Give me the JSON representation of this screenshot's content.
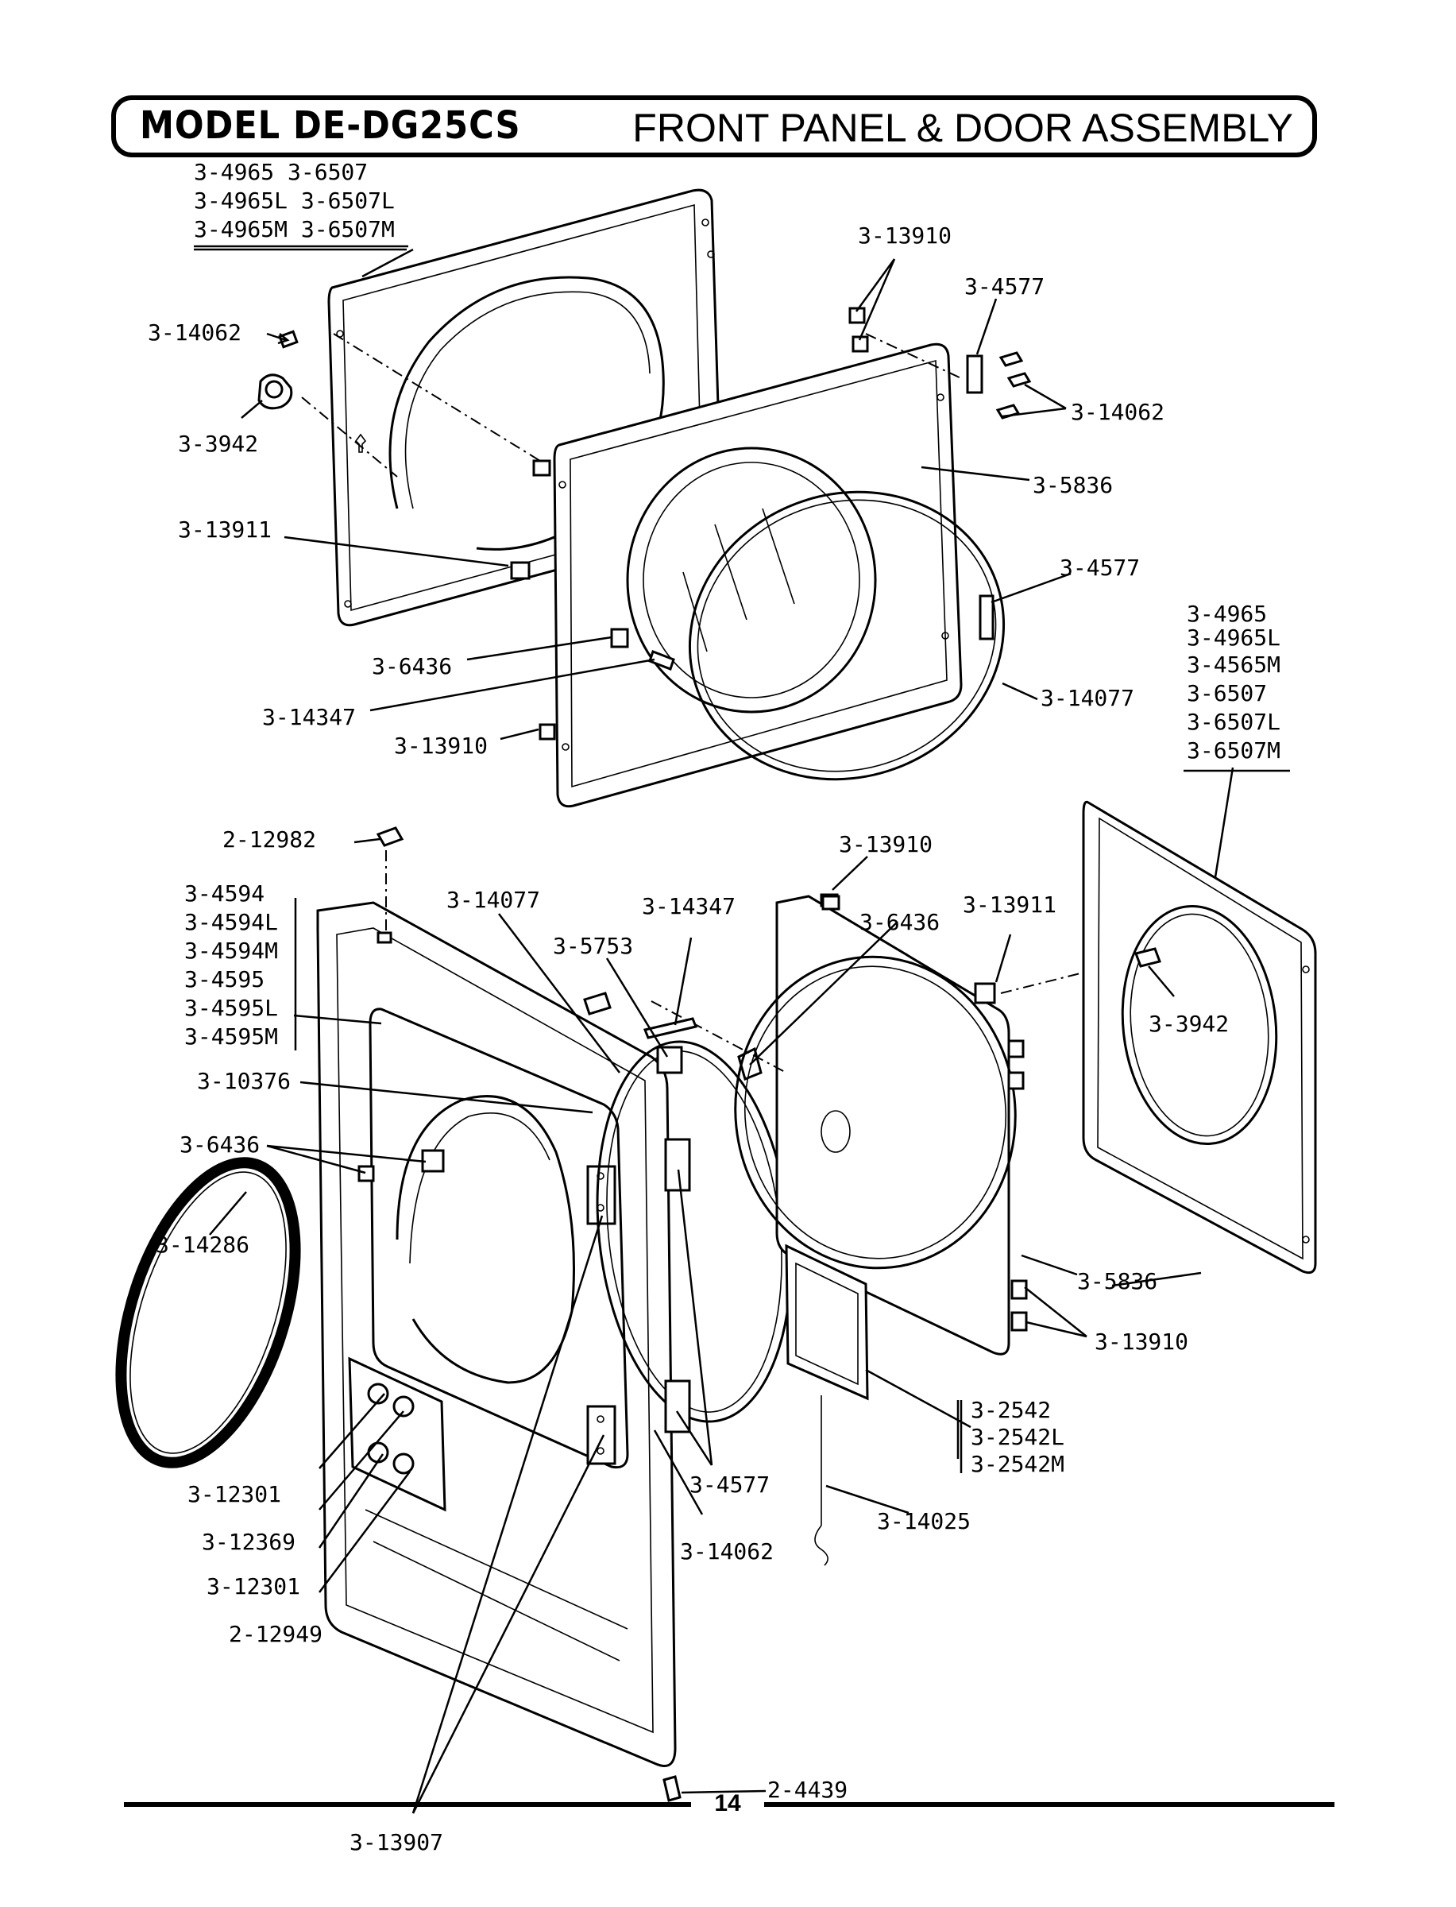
{
  "header": {
    "model": "MODEL DE-DG25CS",
    "section": "FRONT PANEL & DOOR ASSEMBLY"
  },
  "labels": {
    "top_panel_parts": [
      "3-4965  3-6507",
      "3-4965L 3-6507L",
      "3-4965M 3-6507M"
    ],
    "p_14062_a": "3-14062",
    "p_3942_a": "3-3942",
    "p_13911_a": "3-13911",
    "p_6436_a": "3-6436",
    "p_14347_a": "3-14347",
    "p_13910_a": "3-13910",
    "p_13910_b": "3-13910",
    "p_4577_a": "3-4577",
    "p_14062_b": "3-14062",
    "p_5836_a": "3-5836",
    "p_4577_b": "3-4577",
    "p_14077_a": "3-14077",
    "right_panel_parts": [
      "3-4965",
      "3-4965L",
      "3-4565M",
      "3-6507",
      "3-6507L",
      "3-6507M"
    ],
    "p_12982": "2-12982",
    "door_frame_parts": [
      "3-4594",
      "3-4594L",
      "3-4594M",
      "3-4595",
      "3-4595L",
      "3-4595M"
    ],
    "p_14077_b": "3-14077",
    "p_14347_b": "3-14347",
    "p_5753": "3-5753",
    "p_13910_c": "3-13910",
    "p_6436_b": "3-6436",
    "p_13911_b": "3-13911",
    "p_10376": "3-10376",
    "p_6436_c": "3-6436",
    "p_3942_b": "3-3942",
    "p_14286": "3-14286",
    "p_5836_b": "3-5836",
    "p_13910_d": "3-13910",
    "p_2542": [
      "3-2542",
      "3-2542L",
      "3-2542M"
    ],
    "p_12301_a": "3-12301",
    "p_12369": "3-12369",
    "p_12301_b": "3-12301",
    "p_12949": "2-12949",
    "p_4577_c": "3-4577",
    "p_14062_c": "3-14062",
    "p_14025": "3-14025",
    "p_4439": "2-4439",
    "p_13907": "3-13907"
  },
  "footer": {
    "page_number": "14"
  }
}
